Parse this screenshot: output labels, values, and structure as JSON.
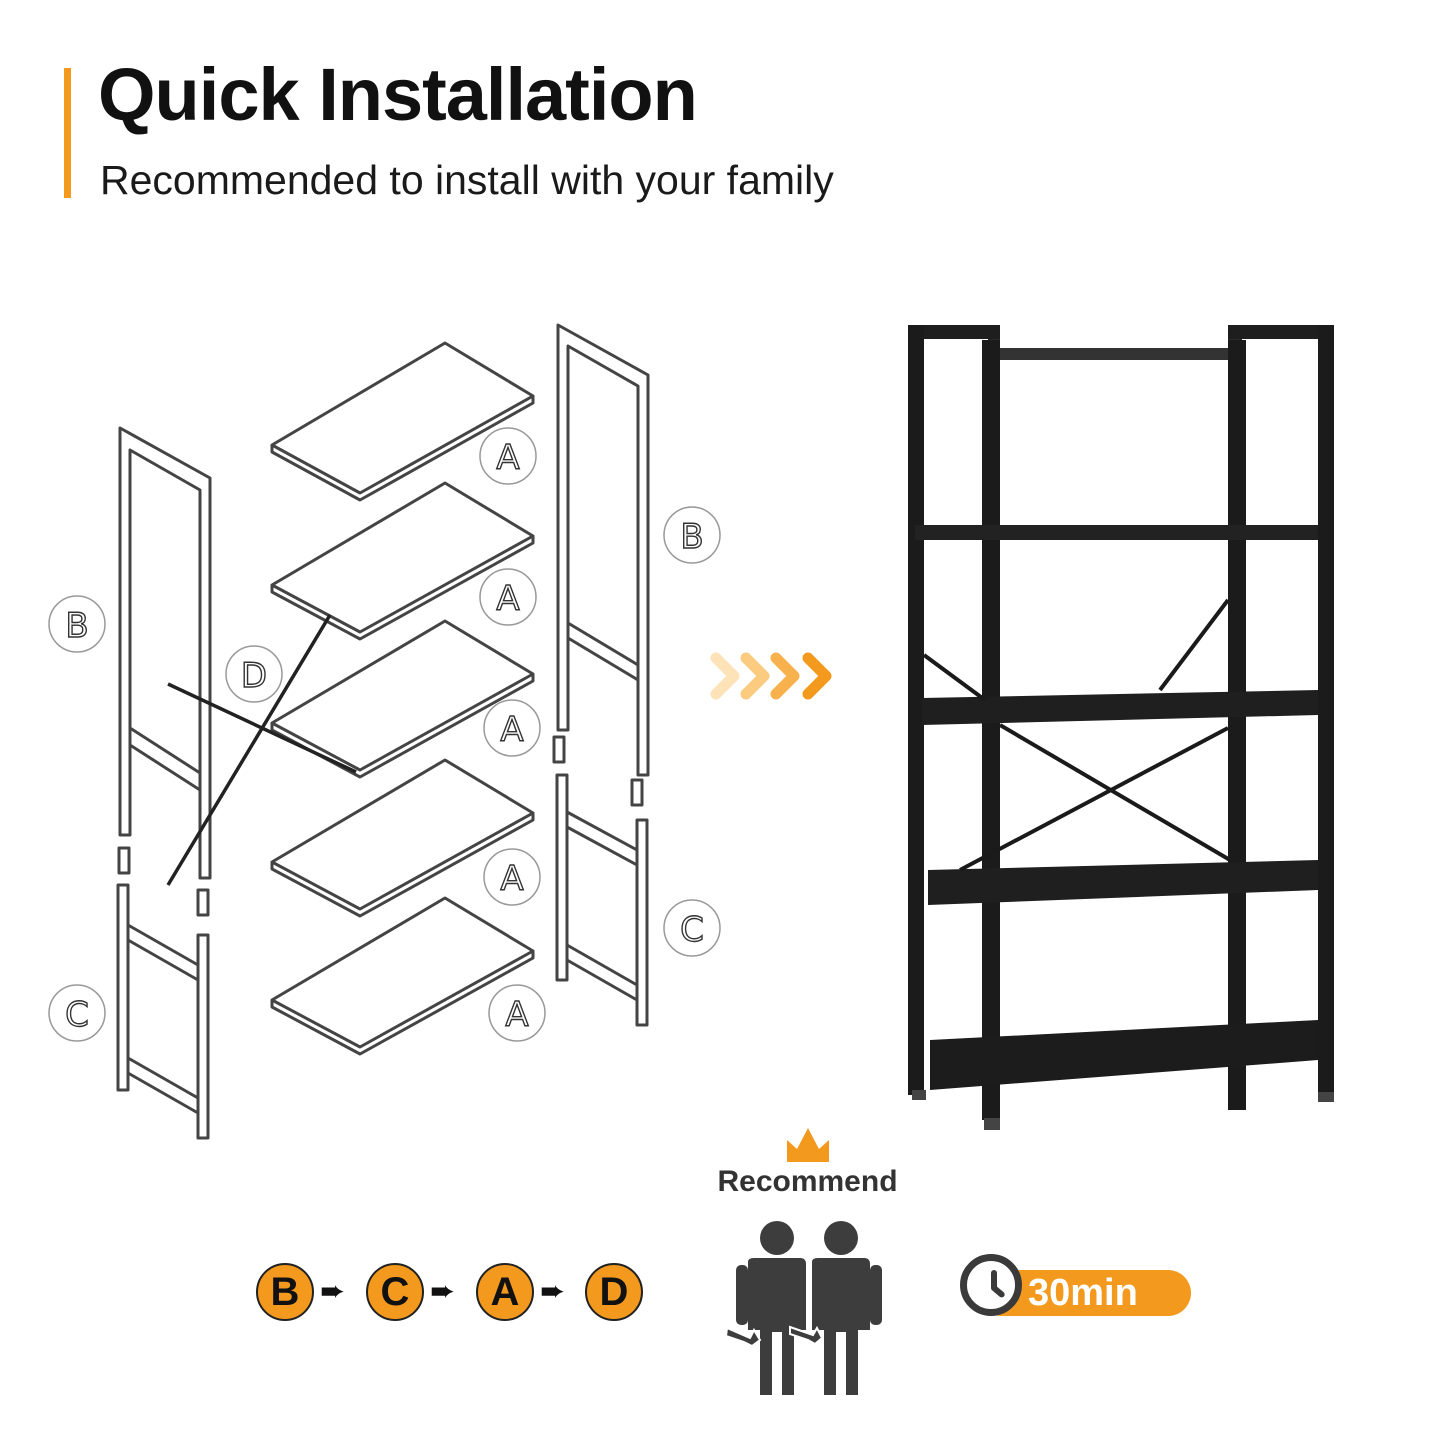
{
  "header": {
    "title": "Quick Installation",
    "subtitle": "Recommended to install with your family"
  },
  "diagram": {
    "part_labels": {
      "shelf": "A",
      "side_frame": "B",
      "bottom_frame": "C",
      "cross_bar": "D"
    }
  },
  "steps": {
    "sequence": [
      "B",
      "C",
      "A",
      "D"
    ],
    "arrow_glyph": "➨"
  },
  "recommend": {
    "label": "Recommend",
    "icon": "two-people-with-wrenches-icon",
    "crown_icon": "crown-icon"
  },
  "time": {
    "value": "30min",
    "icon": "clock-icon"
  },
  "colors": {
    "accent": "#f39a1e",
    "shelf_unit": "#1e1e1e",
    "person": "#3d3d3d"
  }
}
